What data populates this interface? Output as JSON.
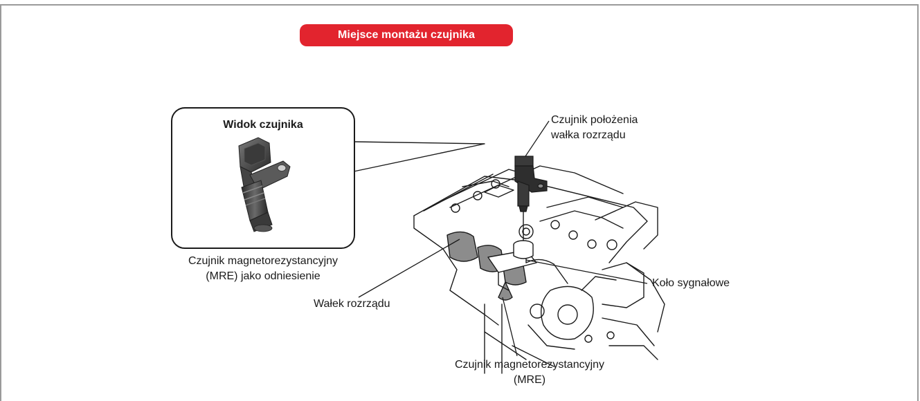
{
  "title": "Miejsce montażu czujnika",
  "inset": {
    "title": "Widok czujnika",
    "caption_line1": "Czujnik magnetorezystancyjny",
    "caption_line2": "(MRE) jako odniesienie"
  },
  "labels": {
    "cam_sensor_line1": "Czujnik położenia",
    "cam_sensor_line2": "wałka rozrządu",
    "signal_wheel": "Koło sygnałowe",
    "camshaft": "Wałek rozrządu",
    "mre_line1": "Czujnik magnetorezystancyjny",
    "mre_line2": "(MRE)"
  },
  "colors": {
    "accent": "#e2242e",
    "frame": "#9a9a9a",
    "line": "#1a1a1a"
  }
}
